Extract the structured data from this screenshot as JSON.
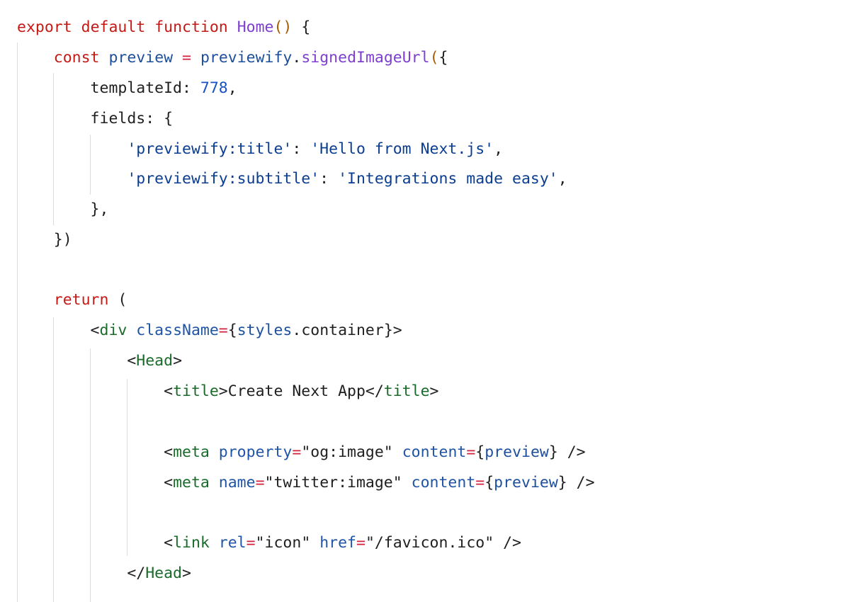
{
  "lines": [
    [
      {
        "t": "export",
        "c": "kw"
      },
      {
        "t": " ",
        "c": "plain"
      },
      {
        "t": "default",
        "c": "kw"
      },
      {
        "t": " ",
        "c": "plain"
      },
      {
        "t": "function",
        "c": "kw"
      },
      {
        "t": " ",
        "c": "plain"
      },
      {
        "t": "Home",
        "c": "fn"
      },
      {
        "t": "()",
        "c": "paren"
      },
      {
        "t": " {",
        "c": "plain"
      }
    ],
    [
      {
        "t": "    ",
        "c": "plain"
      },
      {
        "t": "const",
        "c": "kw"
      },
      {
        "t": " ",
        "c": "plain"
      },
      {
        "t": "preview",
        "c": "var"
      },
      {
        "t": " ",
        "c": "plain"
      },
      {
        "t": "=",
        "c": "op"
      },
      {
        "t": " ",
        "c": "plain"
      },
      {
        "t": "previewify",
        "c": "var"
      },
      {
        "t": ".",
        "c": "plain"
      },
      {
        "t": "signedImageUrl",
        "c": "fnCall"
      },
      {
        "t": "(",
        "c": "paren"
      },
      {
        "t": "{",
        "c": "plain"
      }
    ],
    [
      {
        "t": "        templateId: ",
        "c": "plain"
      },
      {
        "t": "778",
        "c": "num"
      },
      {
        "t": ",",
        "c": "plain"
      }
    ],
    [
      {
        "t": "        fields: {",
        "c": "plain"
      }
    ],
    [
      {
        "t": "            ",
        "c": "plain"
      },
      {
        "t": "'previewify:title'",
        "c": "str"
      },
      {
        "t": ": ",
        "c": "plain"
      },
      {
        "t": "'Hello from Next.js'",
        "c": "str"
      },
      {
        "t": ",",
        "c": "plain"
      }
    ],
    [
      {
        "t": "            ",
        "c": "plain"
      },
      {
        "t": "'previewify:subtitle'",
        "c": "str"
      },
      {
        "t": ": ",
        "c": "plain"
      },
      {
        "t": "'Integrations made easy'",
        "c": "str"
      },
      {
        "t": ",",
        "c": "plain"
      }
    ],
    [
      {
        "t": "        },",
        "c": "plain"
      }
    ],
    [
      {
        "t": "    })",
        "c": "plain"
      }
    ],
    [],
    [
      {
        "t": "    ",
        "c": "plain"
      },
      {
        "t": "return",
        "c": "kw"
      },
      {
        "t": " (",
        "c": "plain"
      }
    ],
    [
      {
        "t": "        <",
        "c": "plain"
      },
      {
        "t": "div",
        "c": "tag"
      },
      {
        "t": " ",
        "c": "plain"
      },
      {
        "t": "className",
        "c": "attr"
      },
      {
        "t": "=",
        "c": "op"
      },
      {
        "t": "{",
        "c": "plain"
      },
      {
        "t": "styles",
        "c": "var"
      },
      {
        "t": ".container}>",
        "c": "plain"
      }
    ],
    [
      {
        "t": "            <",
        "c": "plain"
      },
      {
        "t": "Head",
        "c": "tag"
      },
      {
        "t": ">",
        "c": "plain"
      }
    ],
    [
      {
        "t": "                <",
        "c": "plain"
      },
      {
        "t": "title",
        "c": "tag"
      },
      {
        "t": ">Create Next App</",
        "c": "plain"
      },
      {
        "t": "title",
        "c": "tag"
      },
      {
        "t": ">",
        "c": "plain"
      }
    ],
    [],
    [
      {
        "t": "                <",
        "c": "plain"
      },
      {
        "t": "meta",
        "c": "tag"
      },
      {
        "t": " ",
        "c": "plain"
      },
      {
        "t": "property",
        "c": "attr"
      },
      {
        "t": "=",
        "c": "op"
      },
      {
        "t": "\"og:image\"",
        "c": "attrval"
      },
      {
        "t": " ",
        "c": "plain"
      },
      {
        "t": "content",
        "c": "attr"
      },
      {
        "t": "=",
        "c": "op"
      },
      {
        "t": "{",
        "c": "plain"
      },
      {
        "t": "preview",
        "c": "var"
      },
      {
        "t": "} />",
        "c": "plain"
      }
    ],
    [
      {
        "t": "                <",
        "c": "plain"
      },
      {
        "t": "meta",
        "c": "tag"
      },
      {
        "t": " ",
        "c": "plain"
      },
      {
        "t": "name",
        "c": "attr"
      },
      {
        "t": "=",
        "c": "op"
      },
      {
        "t": "\"twitter:image\"",
        "c": "attrval"
      },
      {
        "t": " ",
        "c": "plain"
      },
      {
        "t": "content",
        "c": "attr"
      },
      {
        "t": "=",
        "c": "op"
      },
      {
        "t": "{",
        "c": "plain"
      },
      {
        "t": "preview",
        "c": "var"
      },
      {
        "t": "} />",
        "c": "plain"
      }
    ],
    [],
    [
      {
        "t": "                <",
        "c": "plain"
      },
      {
        "t": "link",
        "c": "tag"
      },
      {
        "t": " ",
        "c": "plain"
      },
      {
        "t": "rel",
        "c": "attr"
      },
      {
        "t": "=",
        "c": "op"
      },
      {
        "t": "\"icon\"",
        "c": "attrval"
      },
      {
        "t": " ",
        "c": "plain"
      },
      {
        "t": "href",
        "c": "attr"
      },
      {
        "t": "=",
        "c": "op"
      },
      {
        "t": "\"/favicon.ico\"",
        "c": "attrval"
      },
      {
        "t": " />",
        "c": "plain"
      }
    ],
    [
      {
        "t": "            </",
        "c": "plain"
      },
      {
        "t": "Head",
        "c": "tag"
      },
      {
        "t": ">",
        "c": "plain"
      }
    ]
  ]
}
